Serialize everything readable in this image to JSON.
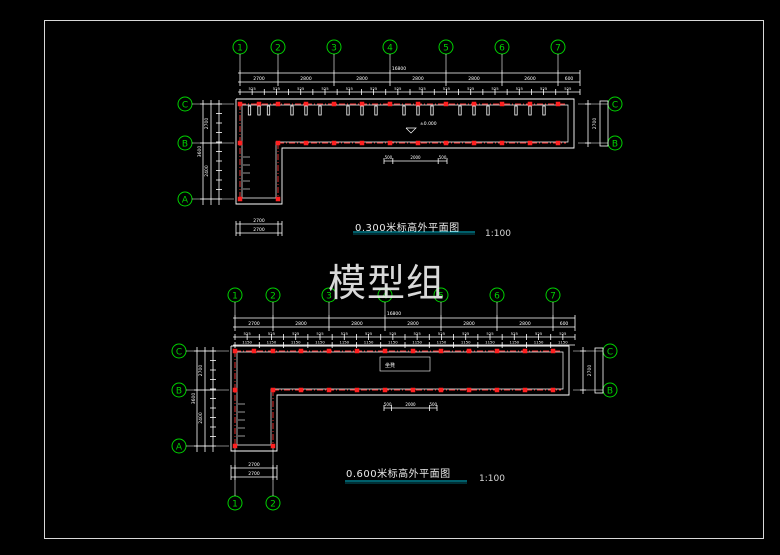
{
  "watermark": "模型组",
  "plans": [
    {
      "id": "upper",
      "title": "0.300米标高外平面图",
      "scale": "1:100",
      "overall_dim": "16800",
      "bay_dims": [
        "2700",
        "2800",
        "2800",
        "2800",
        "2800",
        "2600",
        "600"
      ],
      "sub_dims": [
        "525",
        "525",
        "525",
        "525",
        "525",
        "525",
        "525",
        "525",
        "525",
        "525",
        "525",
        "525"
      ],
      "left_dims": [
        "2700",
        "2400",
        "3600"
      ],
      "right_dims": [
        "2700"
      ],
      "bottom_dims": [
        "2700",
        "2700"
      ],
      "inner_dims": [
        "500",
        "2000",
        "500"
      ],
      "level_mark": "±0.000",
      "grid_top": [
        "1",
        "2",
        "3",
        "4",
        "5",
        "6",
        "7"
      ],
      "grid_left": [
        "C",
        "B",
        "A"
      ],
      "grid_right": [
        "C",
        "B"
      ]
    },
    {
      "id": "lower",
      "title": "0.600米标高外平面图",
      "scale": "1:100",
      "overall_dim": "16800",
      "bay_dims": [
        "2700",
        "2800",
        "2800",
        "2800",
        "2800",
        "2800",
        "600"
      ],
      "sub_dims": [
        "525",
        "525",
        "525",
        "525",
        "525",
        "525",
        "525",
        "525",
        "525",
        "525",
        "525",
        "525"
      ],
      "mid_dims": [
        "1150",
        "1150",
        "1150",
        "1150",
        "1150",
        "1150",
        "1150"
      ],
      "left_dims": [
        "2700",
        "2400",
        "3600"
      ],
      "right_dims": [
        "2700"
      ],
      "bottom_dims": [
        "2700",
        "2700"
      ],
      "inner_dims": [
        "500",
        "2000",
        "500"
      ],
      "room_label": "坐凳",
      "grid_top": [
        "1",
        "2",
        "3",
        "4",
        "5",
        "6",
        "7"
      ],
      "grid_bottom": [
        "1",
        "2"
      ],
      "grid_left": [
        "C",
        "B",
        "A"
      ],
      "grid_right": [
        "C",
        "B"
      ]
    }
  ],
  "colors": {
    "background": "#000000",
    "frame": "#d8d8d8",
    "grid_bubble": "#00d000",
    "wall": "#ffffff",
    "column": "#ff2020",
    "axis_line": "#ff3030",
    "dimension": "#ffffff",
    "underline": "#00bcd4"
  }
}
